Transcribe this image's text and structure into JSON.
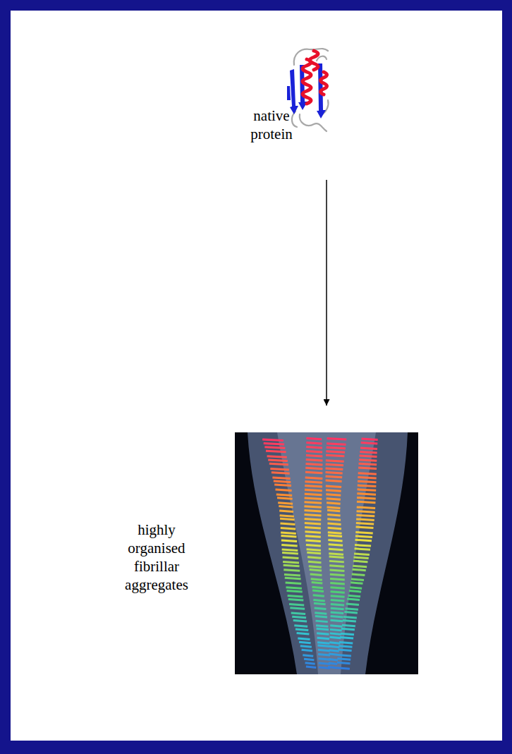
{
  "diagram": {
    "nodes": [
      {
        "text": [
          "native protein"
        ]
      },
      {
        "text": [
          "highly organised fibrillar aggregates"
        ]
      }
    ],
    "edges": [
      {
        "from": 0,
        "to": 1,
        "arrow": "to"
      }
    ]
  }
}
